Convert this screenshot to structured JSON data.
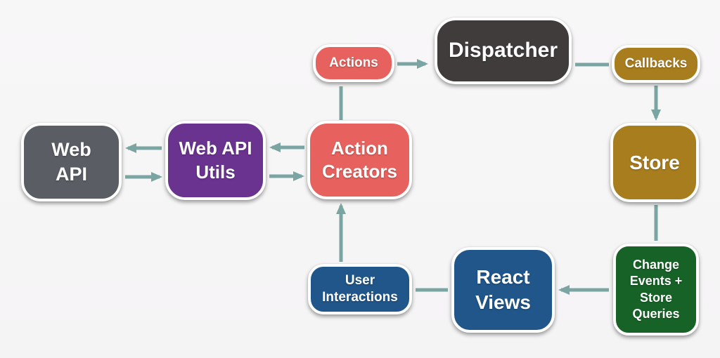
{
  "diagram": {
    "type": "flow-diagram",
    "connector_color": "#7ba5a2",
    "palette": {
      "salmon": "#e7625e",
      "charcoal": "#403c3c",
      "gray": "#5a5d64",
      "purple": "#6a3390",
      "gold": "#a87d1e",
      "green": "#176327",
      "blue": "#20568a",
      "node_border": "#ffffff",
      "text": "#ffffff",
      "background": "#f7f6f7"
    },
    "nodes": [
      {
        "id": "web-api",
        "label": "Web API",
        "color": "#5a5d64"
      },
      {
        "id": "web-api-utils",
        "label": "Web API Utils",
        "color": "#6a3390"
      },
      {
        "id": "action-creators",
        "label": "Action Creators",
        "color": "#e7625e"
      },
      {
        "id": "actions",
        "label": "Actions",
        "color": "#e7625e"
      },
      {
        "id": "dispatcher",
        "label": "Dispatcher",
        "color": "#403c3c"
      },
      {
        "id": "callbacks",
        "label": "Callbacks",
        "color": "#a87d1e"
      },
      {
        "id": "store",
        "label": "Store",
        "color": "#a87d1e"
      },
      {
        "id": "change-events",
        "label": "Change Events + Store Queries",
        "color": "#176327"
      },
      {
        "id": "react-views",
        "label": "React Views",
        "color": "#20568a"
      },
      {
        "id": "user-interactions",
        "label": "User Interactions",
        "color": "#20568a"
      }
    ],
    "edges": [
      {
        "from": "action-creators",
        "to": "actions",
        "arrowhead": false
      },
      {
        "from": "actions",
        "to": "dispatcher",
        "arrowhead": true
      },
      {
        "from": "dispatcher",
        "to": "callbacks",
        "arrowhead": false
      },
      {
        "from": "callbacks",
        "to": "store",
        "arrowhead": true
      },
      {
        "from": "store",
        "to": "change-events",
        "arrowhead": false
      },
      {
        "from": "change-events",
        "to": "react-views",
        "arrowhead": true
      },
      {
        "from": "react-views",
        "to": "user-interactions",
        "arrowhead": false
      },
      {
        "from": "user-interactions",
        "to": "action-creators",
        "arrowhead": true
      },
      {
        "from": "action-creators",
        "to": "web-api-utils",
        "arrowhead": true
      },
      {
        "from": "web-api-utils",
        "to": "action-creators",
        "arrowhead": true
      },
      {
        "from": "web-api-utils",
        "to": "web-api",
        "arrowhead": true
      },
      {
        "from": "web-api",
        "to": "web-api-utils",
        "arrowhead": true
      }
    ]
  }
}
